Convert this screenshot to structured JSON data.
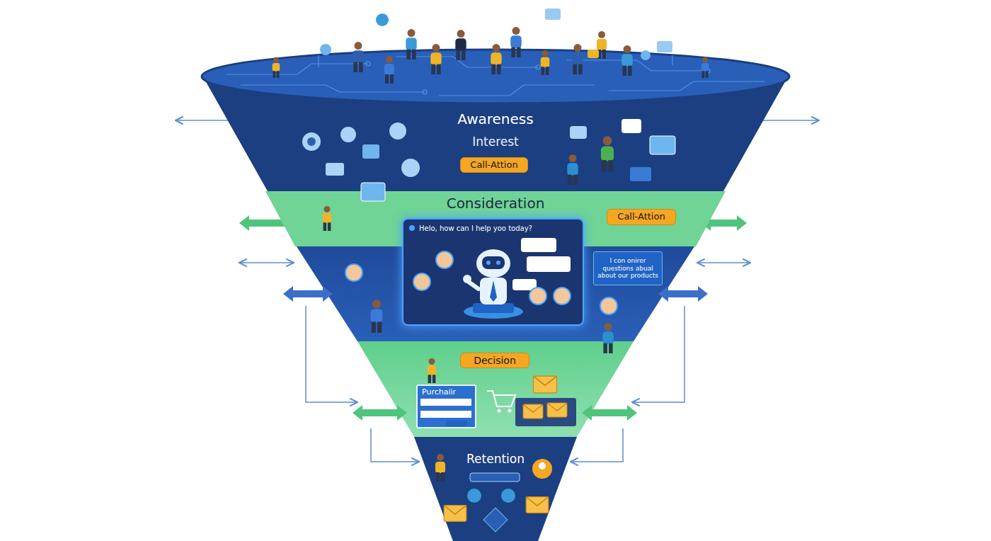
{
  "diagram": {
    "nodes": [
      {
        "text": [
          "Awareness",
          "Interest"
        ]
      },
      {
        "text": [
          "Call-Attion"
        ],
        "in": 0
      },
      {
        "text": [
          "Consideration"
        ]
      },
      {
        "text": [
          "Call-Attion"
        ],
        "in": 2
      },
      {
        "text": [
          "Helo, how can I help yoo today?"
        ]
      },
      {
        "text": [
          "I con onirer questions abual about our products"
        ]
      },
      {
        "text": [
          "Decision"
        ]
      },
      {
        "text": [
          "Purchaiir"
        ]
      },
      {
        "text": [
          "Retention"
        ]
      }
    ]
  }
}
